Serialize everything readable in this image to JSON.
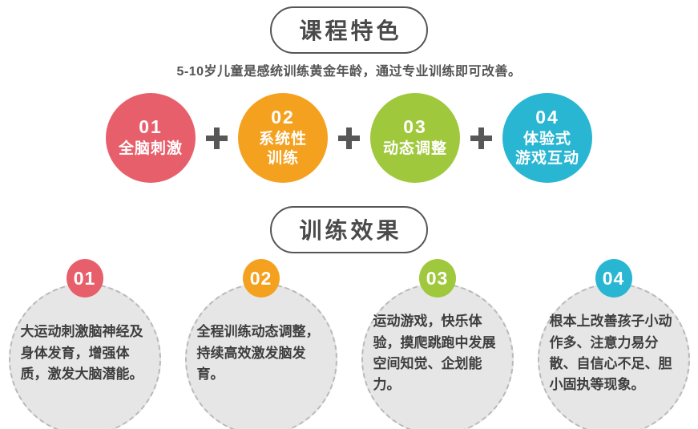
{
  "features": {
    "title": "课程特色",
    "subtitle": "5-10岁儿童是感统训练黄金年龄，通过专业训练即可改善。",
    "items": [
      {
        "number": "01",
        "label": "全脑刺激",
        "color": "#e85f6c"
      },
      {
        "number": "02",
        "label": "系统性\n训练",
        "color": "#f5a120"
      },
      {
        "number": "03",
        "label": "动态调整",
        "color": "#9fc83d"
      },
      {
        "number": "04",
        "label": "体验式\n游戏互动",
        "color": "#29b6d2"
      }
    ]
  },
  "effects": {
    "title": "训练效果",
    "items": [
      {
        "number": "01",
        "color": "#e85f6c",
        "text": "大运动刺激脑神经及身体发育，增强体质，激发大脑潜能。"
      },
      {
        "number": "02",
        "color": "#f5a120",
        "text": "全程训练动态调整，持续高效激发脑发育。"
      },
      {
        "number": "03",
        "color": "#9fc83d",
        "text": "运动游戏，快乐体验，摸爬跳跑中发展空间知觉、企划能力。"
      },
      {
        "number": "04",
        "color": "#29b6d2",
        "text": "根本上改善孩子小动作多、注意力易分散、自信心不足、胆小固执等现象。"
      }
    ]
  }
}
